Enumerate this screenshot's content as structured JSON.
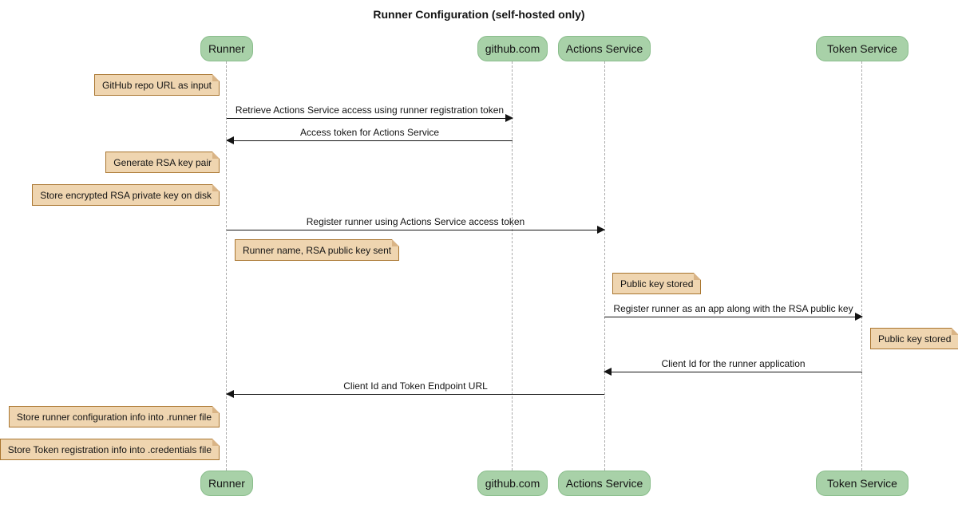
{
  "title": "Runner Configuration (self-hosted only)",
  "diagram": {
    "type": "sequence",
    "participants": [
      {
        "name": "Runner"
      },
      {
        "name": "github.com"
      },
      {
        "name": "Actions Service"
      },
      {
        "name": "Token Service"
      }
    ],
    "messages": [
      {
        "from": "Runner",
        "to": "github.com",
        "label": "Retrieve Actions Service access using runner registration token"
      },
      {
        "from": "github.com",
        "to": "Runner",
        "label": "Access token for Actions Service"
      },
      {
        "from": "Runner",
        "to": "Actions Service",
        "label": "Register runner using Actions Service access token"
      },
      {
        "from": "Actions Service",
        "to": "Token Service",
        "label": "Register runner as an app along with the RSA public key"
      },
      {
        "from": "Token Service",
        "to": "Actions Service",
        "label": "Client Id for the runner application"
      },
      {
        "from": "Actions Service",
        "to": "Runner",
        "label": "Client Id and Token Endpoint URL"
      }
    ],
    "notes": [
      {
        "anchor": "Runner",
        "side": "left",
        "text": "GitHub repo URL as input"
      },
      {
        "anchor": "Runner",
        "side": "left",
        "text": "Generate RSA key pair"
      },
      {
        "anchor": "Runner",
        "side": "left",
        "text": "Store encrypted RSA private key on disk"
      },
      {
        "anchor": "Runner",
        "side": "right",
        "text": "Runner name, RSA public key sent"
      },
      {
        "anchor": "Actions Service",
        "side": "right",
        "text": "Public key stored"
      },
      {
        "anchor": "Token Service",
        "side": "right",
        "text": "Public key stored"
      },
      {
        "anchor": "Runner",
        "side": "left",
        "text": "Store runner configuration info into .runner file"
      },
      {
        "anchor": "Runner",
        "side": "left",
        "text": "Store Token registration info into .credentials file"
      }
    ]
  },
  "colors": {
    "participant_fill": "#A8D1A8",
    "participant_border": "#89BD8B",
    "note_fill": "#EFD5B0",
    "note_border": "#A9752F",
    "note_fold": "#D9B486",
    "lifeline": "#ABABAB",
    "ink": "#141414"
  }
}
